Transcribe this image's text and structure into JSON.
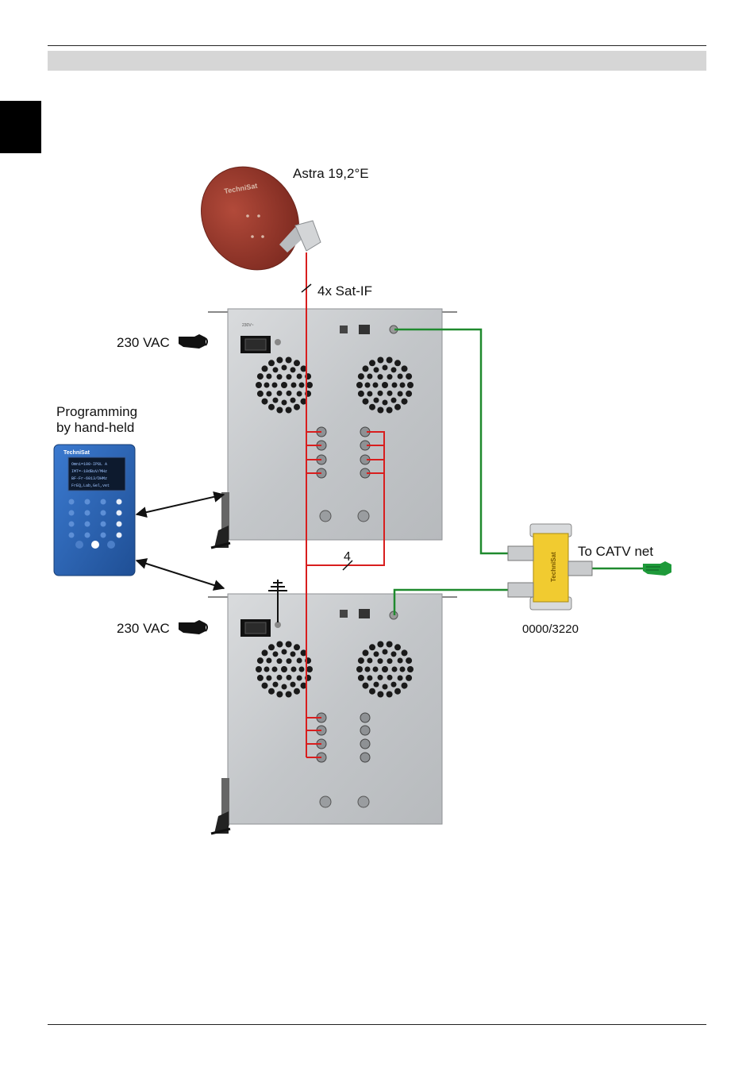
{
  "labels": {
    "satellite": "Astra 19,2°E",
    "sat_if": "4x Sat-IF",
    "power_top": "230 VAC",
    "power_bottom": "230 VAC",
    "programming_line1": "Programming",
    "programming_line2": "by hand-held",
    "cable_count": "4",
    "catv": "To CATV net",
    "splitter_part": "0000/3220"
  },
  "dish_brand": "TechniSat",
  "handheld": {
    "brand": "TechniSat",
    "screen_lines": [
      "Omni=100-IP8L A",
      "IMT=-10dBuV/MHz",
      "BF-Fr-6013/DHMz",
      "FrEQ,Lab,Gel,vet"
    ]
  },
  "splitter_text": "TechniSat",
  "colors": {
    "signal_cable": "#d81e1e",
    "output_cable": "#1f8a2e",
    "dish": "#9a3326",
    "device": "#c9cbcd",
    "handheld": "#2a66b8",
    "splitter": "#f1cb30",
    "hand_icon_green": "#1e9a3a"
  },
  "icons": [
    "satellite-dish-icon",
    "hand-pointer-icon",
    "ground-symbol-icon",
    "fan-grille-icon"
  ]
}
